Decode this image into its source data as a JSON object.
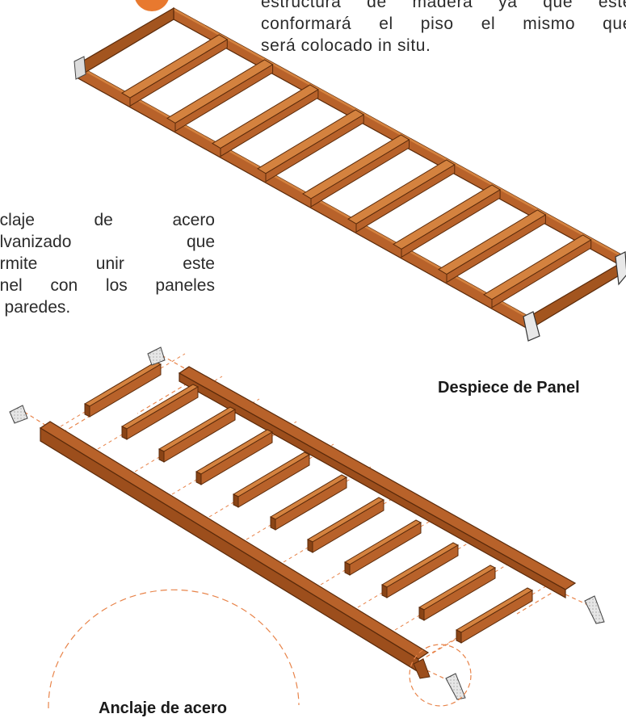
{
  "badge": {
    "color": "#e8792f"
  },
  "description": {
    "top_lines": [
      "estructura de madera ya que este",
      "conformará el piso el mismo que",
      "será colocado in situ."
    ],
    "side_lines": [
      "nclaje de acero",
      "alvanizado que",
      "ermite unir este",
      "anel con los paneles",
      "e paredes."
    ]
  },
  "labels": {
    "exploded_title": "Despiece de Panel",
    "detail_title": "Anclaje de acero"
  },
  "colors": {
    "wood": "#b8622a",
    "wood_dark": "#7a3a12",
    "wood_light": "#d4823f",
    "dash": "#e8844a",
    "steel": "#cfcfcf"
  }
}
